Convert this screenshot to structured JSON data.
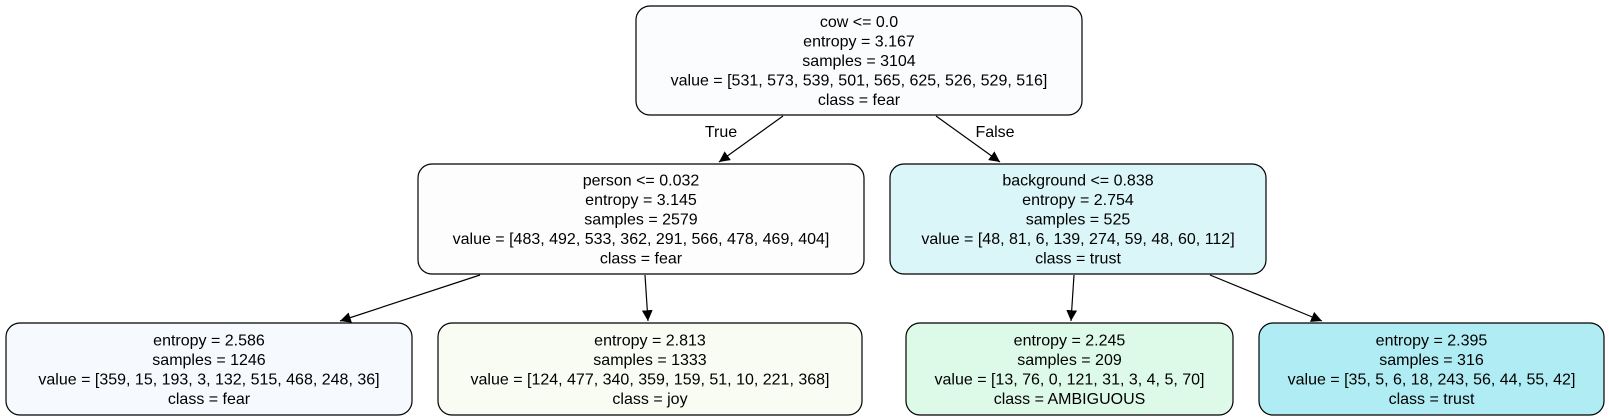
{
  "tree": {
    "nodes": [
      {
        "id": "root",
        "lines": [
          "cow <= 0.0",
          "entropy = 3.167",
          "samples = 3104",
          "value = [531, 573, 539, 501, 565, 625, 526, 529, 516]",
          "class = fear"
        ],
        "fill": "#fafcfe"
      },
      {
        "id": "left",
        "lines": [
          "person <= 0.032",
          "entropy = 3.145",
          "samples = 2579",
          "value = [483, 492, 533, 362, 291, 566, 478, 469, 404]",
          "class = fear"
        ],
        "fill": "#fdfdfd"
      },
      {
        "id": "right",
        "lines": [
          "background <= 0.838",
          "entropy = 2.754",
          "samples = 525",
          "value = [48, 81, 6, 139, 274, 59, 48, 60, 112]",
          "class = trust"
        ],
        "fill": "#daf6f9"
      },
      {
        "id": "left-left",
        "lines": [
          "entropy = 2.586",
          "samples = 1246",
          "value = [359, 15, 193, 3, 132, 515, 468, 248, 36]",
          "class = fear"
        ],
        "fill": "#f6f9fd"
      },
      {
        "id": "left-right",
        "lines": [
          "entropy = 2.813",
          "samples = 1333",
          "value = [124, 477, 340, 359, 159, 51, 10, 221, 368]",
          "class = joy"
        ],
        "fill": "#f9fcf2"
      },
      {
        "id": "right-left",
        "lines": [
          "entropy = 2.245",
          "samples = 209",
          "value = [13, 76, 0, 121, 31, 3, 4, 5, 70]",
          "class = AMBIGUOUS"
        ],
        "fill": "#ddf9e8"
      },
      {
        "id": "right-right",
        "lines": [
          "entropy = 2.395",
          "samples = 316",
          "value = [35, 5, 6, 18, 243, 56, 44, 55, 42]",
          "class = trust"
        ],
        "fill": "#afecf3"
      }
    ],
    "edges": [
      {
        "from": "root",
        "to": "left",
        "label": "True"
      },
      {
        "from": "root",
        "to": "right",
        "label": "False"
      },
      {
        "from": "left",
        "to": "left-left",
        "label": ""
      },
      {
        "from": "left",
        "to": "left-right",
        "label": ""
      },
      {
        "from": "right",
        "to": "right-left",
        "label": ""
      },
      {
        "from": "right",
        "to": "right-right",
        "label": ""
      }
    ]
  }
}
